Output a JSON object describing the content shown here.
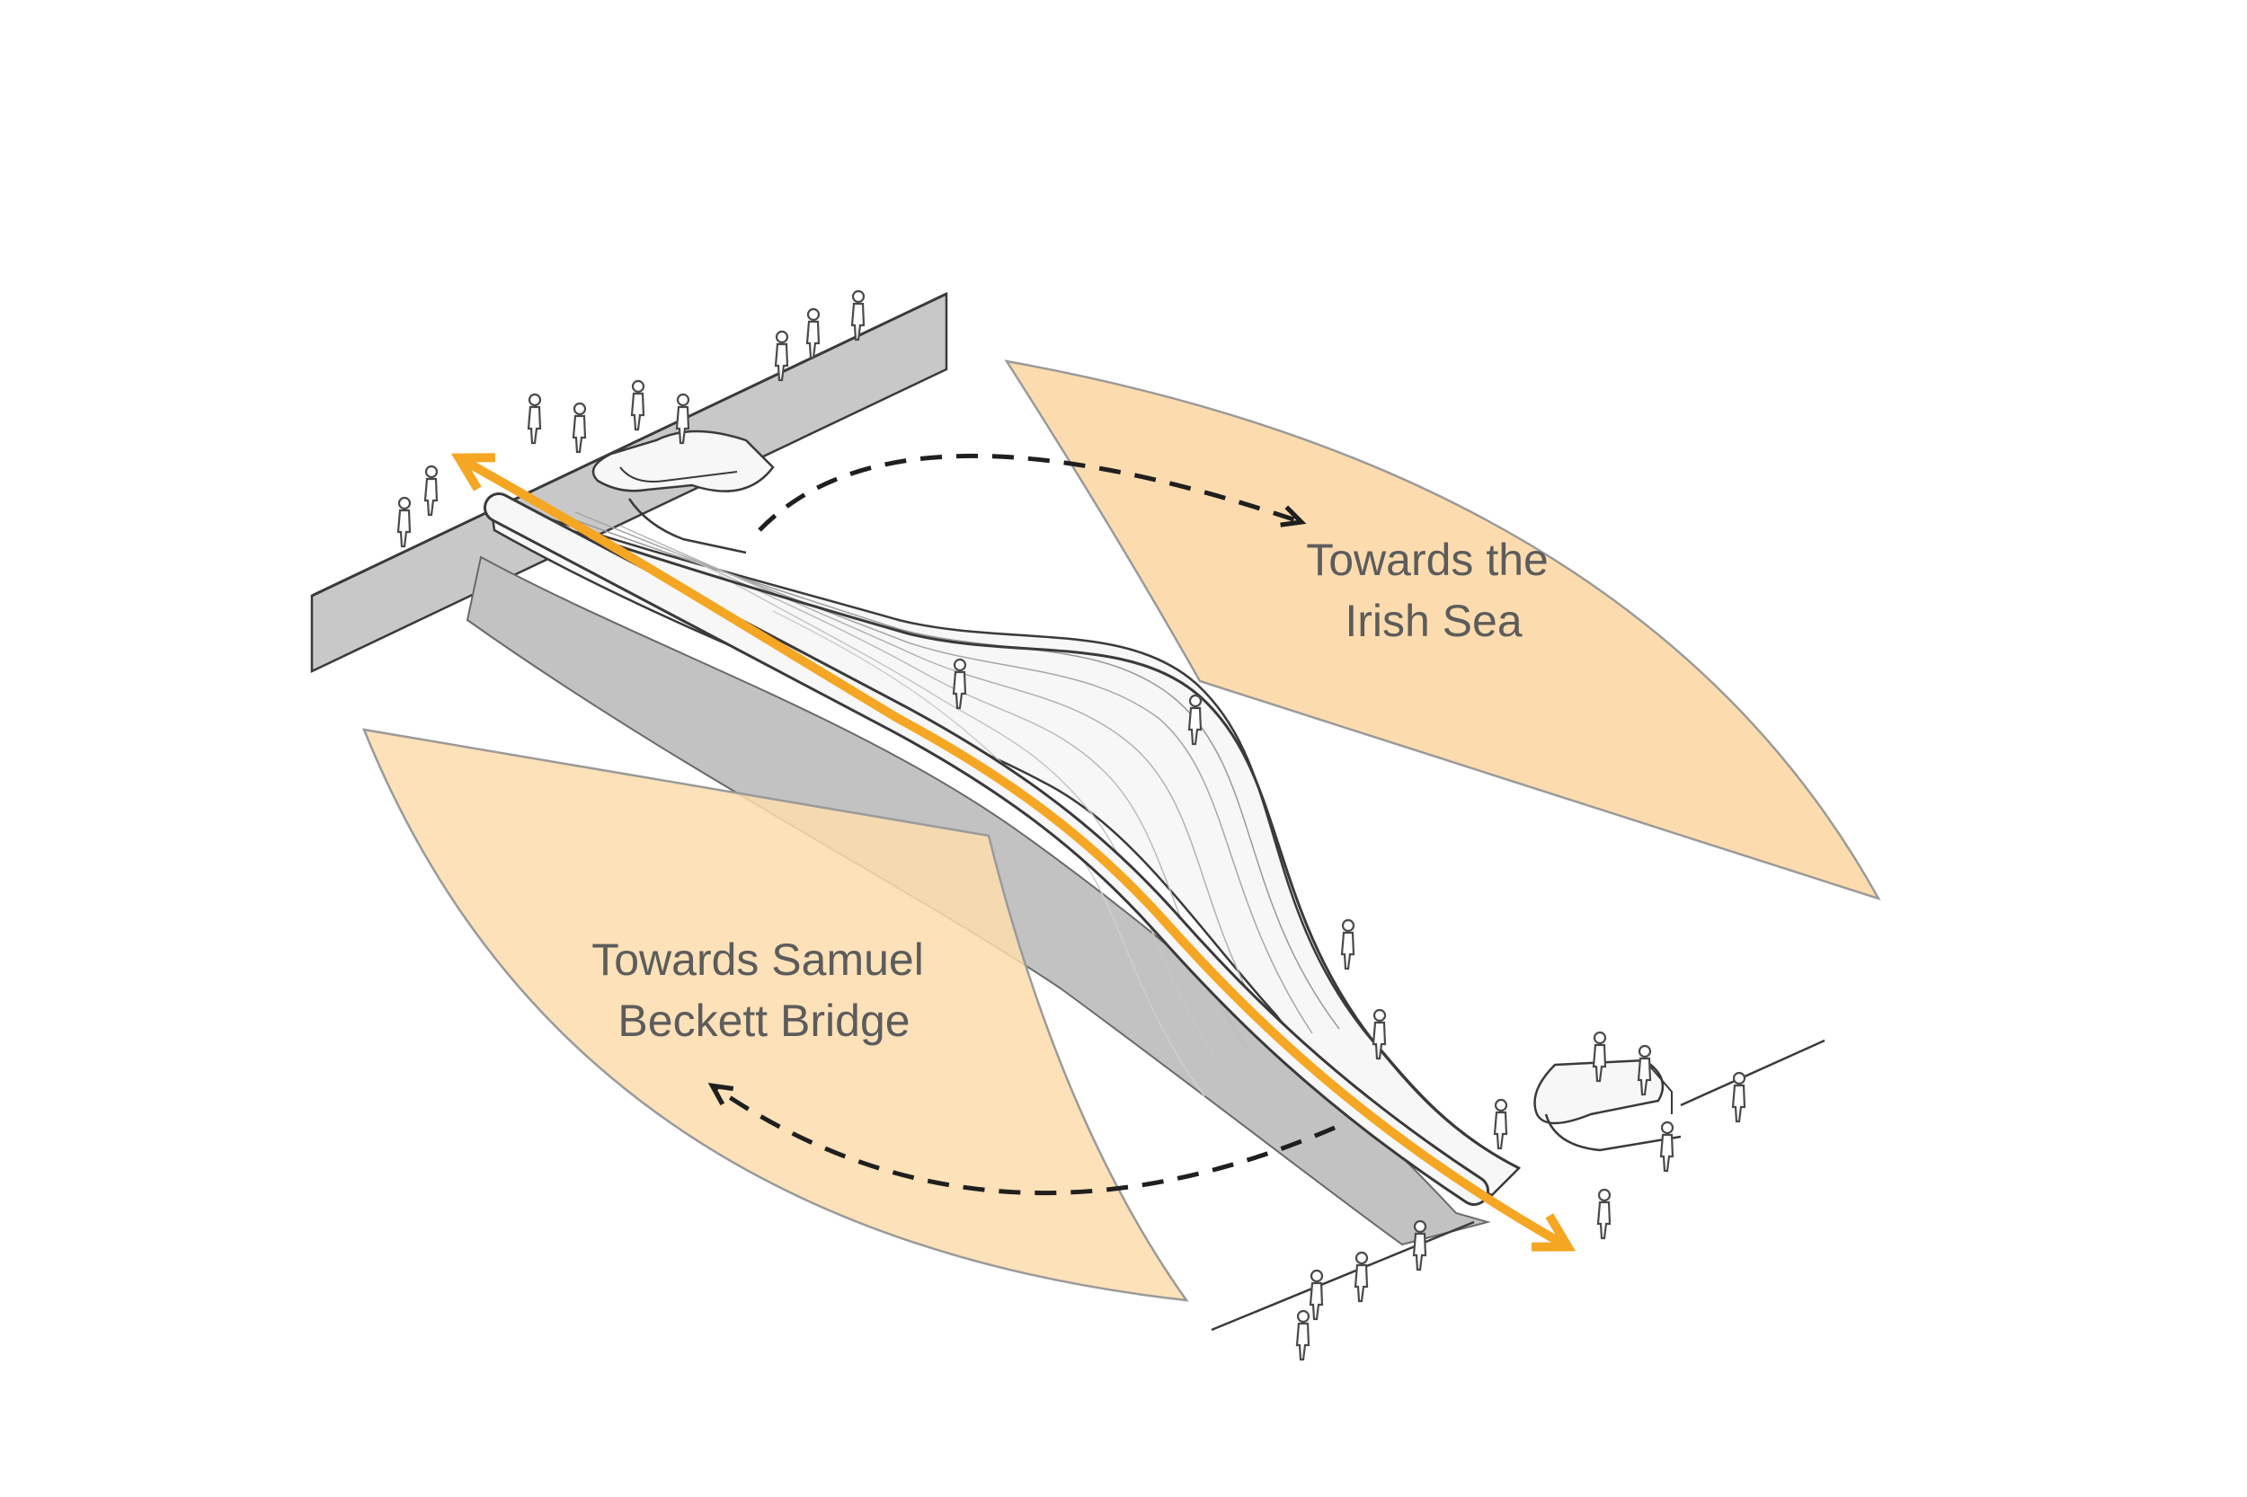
{
  "labels": {
    "north": [
      "Towards the",
      "Irish Sea"
    ],
    "south": [
      "Towards Samuel",
      "Beckett Bridge"
    ]
  },
  "colors": {
    "sector_fill": "#fcdcae",
    "sector_stroke": "#9a9a9a",
    "path_accent": "#f5a623",
    "quay_fill": "#c8c8c8",
    "river_fill": "#c2c2c2",
    "bridge_fill": "#f7f7f7",
    "line": "#3a3a3a",
    "text": "#5c5c5c"
  }
}
